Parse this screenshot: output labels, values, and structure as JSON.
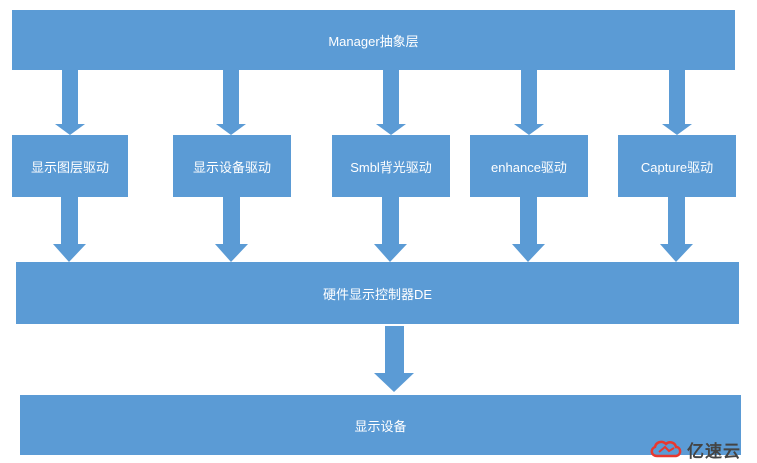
{
  "manager_layer": {
    "label": "Manager抽象层"
  },
  "drivers": [
    {
      "label": "显示图层驱动"
    },
    {
      "label": "显示设备驱动"
    },
    {
      "label": "Smbl背光驱动"
    },
    {
      "label": "enhance驱动"
    },
    {
      "label": "Capture驱动"
    }
  ],
  "hardware_controller": {
    "label": "硬件显示控制器DE"
  },
  "display_device": {
    "label": "显示设备"
  },
  "watermark": {
    "text": "亿速云",
    "logo_color": "#e8382f"
  },
  "colors": {
    "box_fill": "#5b9bd5",
    "arrow_fill": "#5b9bd5",
    "text": "#ffffff"
  }
}
